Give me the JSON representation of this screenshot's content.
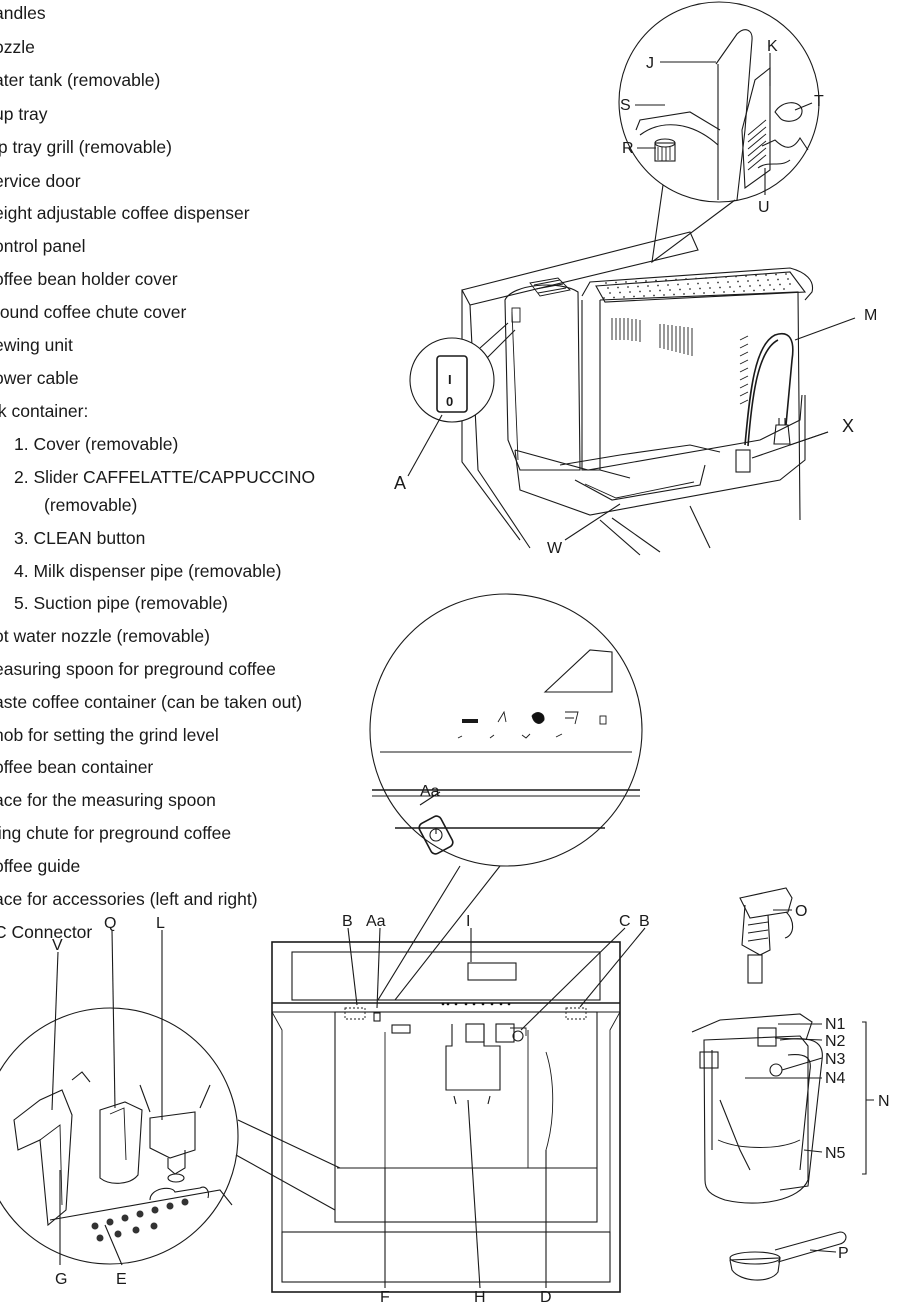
{
  "legend": [
    "andles",
    "ozzle",
    "ater tank (removable)",
    "up tray",
    "ip tray grill (removable)",
    "ervice door",
    "eight adjustable coffee dispenser",
    "ontrol panel",
    "offee bean holder cover",
    "round coffee chute cover",
    "ewing unit",
    "ower cable",
    "lk container:",
    "1.  Cover (removable)",
    "2.  Slider CAFFELATTE/CAPPUCCINO",
    "(removable)",
    "3.  CLEAN button",
    "4.  Milk dispenser pipe (removable)",
    "5.  Suction pipe (removable)",
    "ot water nozzle (removable)",
    "easuring spoon for preground coffee",
    "aste coffee container (can be taken out)",
    "nob for setting the grind level",
    "offee bean container",
    "ace for the measuring spoon",
    "ling chute for preground coffee",
    "offee guide",
    "ace for accessories (left and right)",
    "C Connector"
  ],
  "labels": {
    "A": "A",
    "Aa": "Aa",
    "B": "B",
    "C": "C",
    "D": "D",
    "E": "E",
    "F": "F",
    "G": "G",
    "H": "H",
    "I": "I",
    "J": "J",
    "K": "K",
    "L": "L",
    "M": "M",
    "N": "N",
    "N1": "N1",
    "N2": "N2",
    "N3": "N3",
    "N4": "N4",
    "N5": "N5",
    "O": "O",
    "P": "P",
    "Q": "Q",
    "R": "R",
    "S": "S",
    "T": "T",
    "U": "U",
    "V": "V",
    "W": "W",
    "X": "X"
  },
  "switch": {
    "on": "I",
    "off": "0"
  }
}
